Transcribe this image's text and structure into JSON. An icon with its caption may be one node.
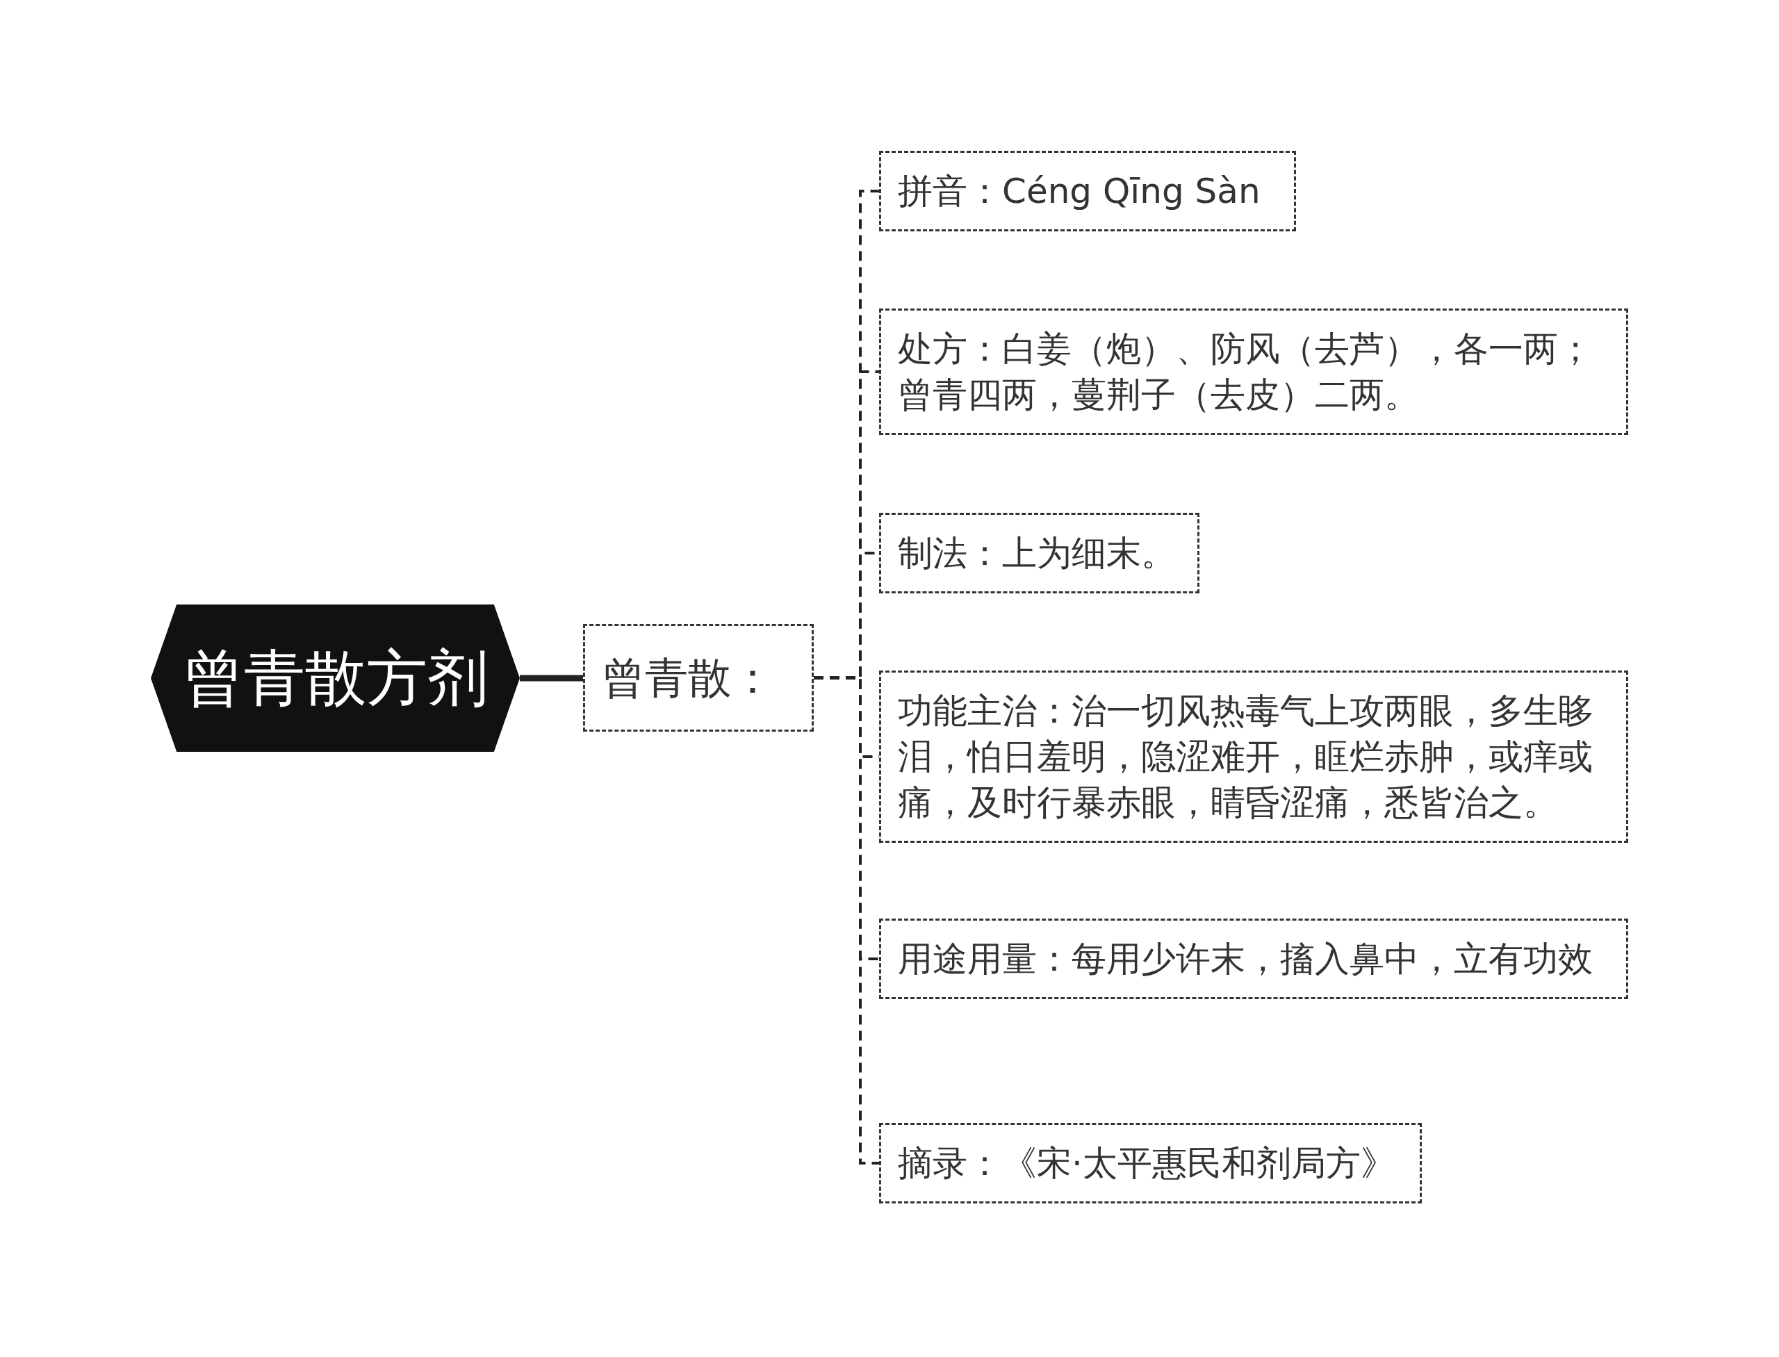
{
  "diagram": {
    "nodes": [
      {
        "text": [
          "曾青散方剂"
        ]
      },
      {
        "text": [
          "曾青散："
        ]
      },
      {
        "text": [
          "拼音：Céng Qīng Sàn"
        ]
      },
      {
        "text": [
          "处方：白姜（炮）、防风（去芦），各一两；曾青四两，蔓荆子（去皮）二两。"
        ]
      },
      {
        "text": [
          "制法：上为细末。"
        ]
      },
      {
        "text": [
          "功能主治：治一切风热毒气上攻两眼，多生眵泪，怕日羞明，隐涩难开，眶烂赤肿，或痒或痛，及时行暴赤眼，睛昏涩痛，悉皆治之。"
        ]
      },
      {
        "text": [
          "用途用量：每用少许末，搐入鼻中，立有功效"
        ]
      },
      {
        "text": [
          "摘录：《宋·太平惠民和剂局方》"
        ]
      }
    ],
    "edges": [
      {
        "from": 0,
        "to": 1,
        "arrow": "none",
        "style": "thick"
      },
      {
        "from": 1,
        "to": 2,
        "arrow": "none",
        "style": "dashed"
      },
      {
        "from": 1,
        "to": 3,
        "arrow": "none",
        "style": "dashed"
      },
      {
        "from": 1,
        "to": 4,
        "arrow": "none",
        "style": "dashed"
      },
      {
        "from": 1,
        "to": 5,
        "arrow": "none",
        "style": "dashed"
      },
      {
        "from": 1,
        "to": 6,
        "arrow": "none",
        "style": "dashed"
      },
      {
        "from": 1,
        "to": 7,
        "arrow": "none",
        "style": "dashed"
      }
    ]
  }
}
